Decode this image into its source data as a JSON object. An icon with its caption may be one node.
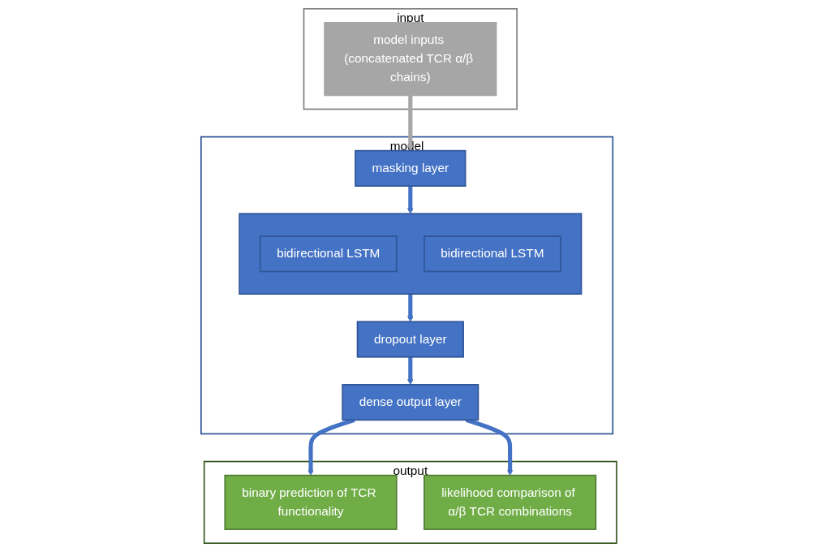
{
  "diagram": {
    "nodes": [
      {
        "text": [
          "input"
        ]
      },
      {
        "text": [
          "model inputs (concatenated TCR α/β chains)"
        ],
        "in": 0
      },
      {
        "text": [
          "model"
        ]
      },
      {
        "text": [
          "masking layer"
        ],
        "in": 2
      },
      {
        "text": [],
        "shape": "box",
        "in": 2
      },
      {
        "text": [
          "bidirectional LSTM"
        ],
        "in": 4
      },
      {
        "text": [
          "bidirectional LSTM"
        ],
        "in": 4
      },
      {
        "text": [
          "dropout layer"
        ],
        "in": 2
      },
      {
        "text": [
          "dense output layer"
        ],
        "in": 2
      },
      {
        "text": [
          "output"
        ]
      },
      {
        "text": [
          "binary prediction of TCR functionality"
        ],
        "in": 9
      },
      {
        "text": [
          "likelihood comparison of α/β TCR combinations"
        ],
        "in": 9
      }
    ],
    "edges": [
      {
        "from": 1,
        "to": 3,
        "arrow": "to",
        "color": "#a6a6a6"
      },
      {
        "from": 3,
        "to": 4,
        "arrow": "to"
      },
      {
        "from": 4,
        "to": 7,
        "arrow": "to"
      },
      {
        "from": 7,
        "to": 8,
        "arrow": "to"
      },
      {
        "from": 8,
        "to": 10,
        "arrow": "to"
      },
      {
        "from": 8,
        "to": 11,
        "arrow": "to"
      }
    ]
  }
}
